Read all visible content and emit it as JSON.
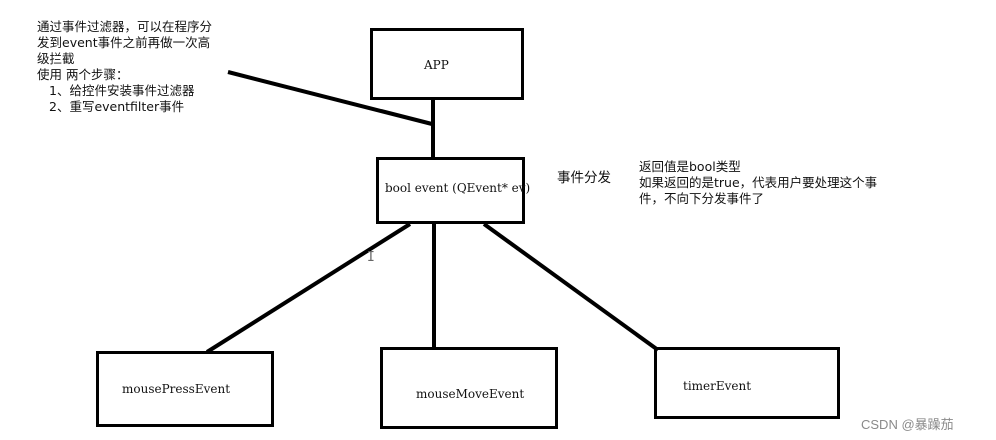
{
  "diagram": {
    "nodes": {
      "app": {
        "label": "APP"
      },
      "event": {
        "label": "bool event (QEvent* ev)"
      },
      "mouse_press": {
        "label": "mousePressEvent"
      },
      "mouse_move": {
        "label": "mouseMoveEvent"
      },
      "timer": {
        "label": "timerEvent"
      }
    },
    "dispatch_label": "事件分发",
    "filter_note": {
      "lines": [
        "通过事件过滤器，可以在程序分",
        "发到event事件之前再做一次高",
        "级拦截",
        "使用 两个步骤：",
        "  1、给控件安装事件过滤器",
        "  2、重写eventfilter事件"
      ]
    },
    "return_note": {
      "lines": [
        "返回值是bool类型",
        "如果返回的是true，代表用户要处理这个事",
        "件，不向下分发事件了"
      ]
    },
    "stroke_color": "#000000"
  },
  "watermark": "CSDN @暴躁茄"
}
